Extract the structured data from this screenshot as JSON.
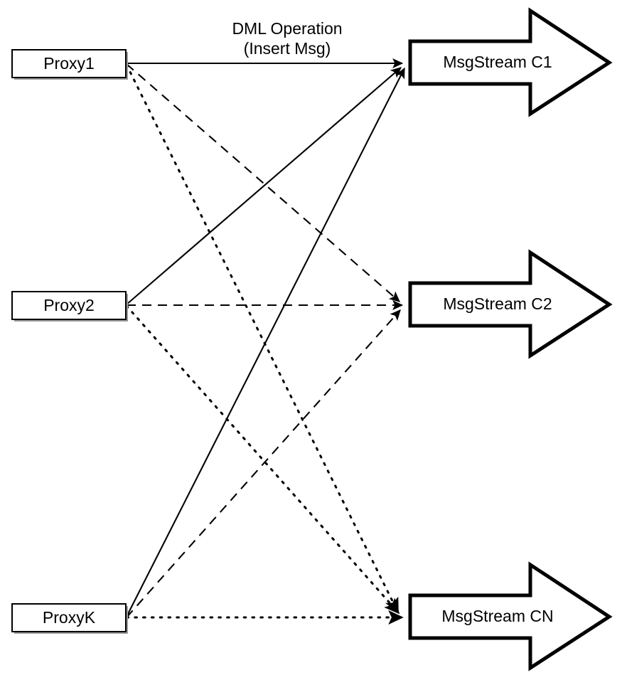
{
  "diagram": {
    "title": "Proxy to MsgStream fan-out diagram",
    "background_color": "#ffffff",
    "stroke_color": "#000000",
    "edge_caption": {
      "line1": "DML Operation",
      "line2": "(Insert Msg)"
    },
    "sources": [
      {
        "id": "proxy1",
        "label": "Proxy1"
      },
      {
        "id": "proxy2",
        "label": "Proxy2"
      },
      {
        "id": "proxyk",
        "label": "ProxyK"
      }
    ],
    "targets": [
      {
        "id": "c1",
        "label": "MsgStream C1",
        "line_style": "solid"
      },
      {
        "id": "c2",
        "label": "MsgStream C2",
        "line_style": "dashed"
      },
      {
        "id": "cn",
        "label": "MsgStream CN",
        "line_style": "dotted"
      }
    ],
    "edges": [
      {
        "from": "proxy1",
        "to": "c1",
        "style": "solid"
      },
      {
        "from": "proxy1",
        "to": "c2",
        "style": "dashed"
      },
      {
        "from": "proxy1",
        "to": "cn",
        "style": "dotted"
      },
      {
        "from": "proxy2",
        "to": "c1",
        "style": "solid"
      },
      {
        "from": "proxy2",
        "to": "c2",
        "style": "dashed"
      },
      {
        "from": "proxy2",
        "to": "cn",
        "style": "dotted"
      },
      {
        "from": "proxyk",
        "to": "c1",
        "style": "solid"
      },
      {
        "from": "proxyk",
        "to": "c2",
        "style": "dashed"
      },
      {
        "from": "proxyk",
        "to": "cn",
        "style": "dotted"
      }
    ]
  }
}
